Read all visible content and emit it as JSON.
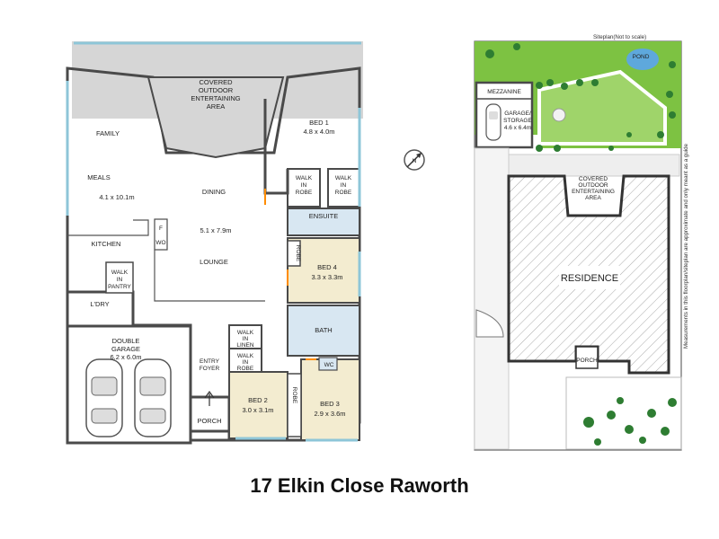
{
  "title": "17 Elkin Close Raworth",
  "floorplan": {
    "rooms": {
      "covered_outdoor": [
        "COVERED",
        "OUTDOOR",
        "ENTERTAINING",
        "AREA"
      ],
      "family": "FAMILY",
      "meals": "MEALS",
      "meals_dims": "4.1 x 10.1m",
      "kitchen": "KITCHEN",
      "fridge": "F",
      "wo": "WO",
      "pantry": [
        "WALK",
        "IN",
        "PANTRY"
      ],
      "dining": "DINING",
      "dining_dims": "5.1 x 7.9m",
      "lounge": "LOUNGE",
      "bed1": "BED 1",
      "bed1_dims": "4.8 x 4.0m",
      "wir1": [
        "WALK",
        "IN",
        "ROBE"
      ],
      "wir2": [
        "WALK",
        "IN",
        "ROBE"
      ],
      "ensuite": "ENSUITE",
      "robe_vertical": "ROBE",
      "bed4": "BED 4",
      "bed4_dims": "3.3 x 3.3m",
      "bath": "BATH",
      "wc": "WC",
      "laundry": "L'DRY",
      "garage": [
        "DOUBLE",
        "GARAGE"
      ],
      "garage_dims": "6.2 x 6.0m",
      "walk_in_linen": [
        "WALK",
        "IN",
        "LINEN"
      ],
      "walk_in_robe": [
        "WALK",
        "IN",
        "ROBE"
      ],
      "entry": [
        "ENTRY",
        "FOYER"
      ],
      "porch": "PORCH",
      "bed2": "BED 2",
      "bed2_dims": "3.0 x 3.1m",
      "robe2": "ROBE",
      "bed3": "BED 3",
      "bed3_dims": "2.9 x 3.6m"
    }
  },
  "siteplan": {
    "heading": "Siteplan(Not to scale)",
    "pond": "POND",
    "mezzanine": "MEZZANINE",
    "garage_storage": [
      "GARAGE/",
      "STORAGE",
      "4.6 x 6.4m"
    ],
    "covered_outdoor": [
      "COVERED",
      "OUTDOOR",
      "ENTERTAINING",
      "AREA"
    ],
    "residence": "RESIDENCE",
    "porch": "PORCH"
  },
  "compass": "N",
  "disclaimer": "Measurements in this floorplan/siteplan are approximate and only meant as a guide",
  "colors": {
    "floor": "#f3ecd0",
    "garage": "#ececec",
    "wet": "#d8e7f2",
    "outdoor": "#d6d6d6",
    "grass": "#7dc242",
    "trees": "#2e7d32",
    "water": "#5ea8dc",
    "wall": "#4a4a4a",
    "window": "#8ec6d8",
    "bedroom_wall": "#ff8c00"
  }
}
